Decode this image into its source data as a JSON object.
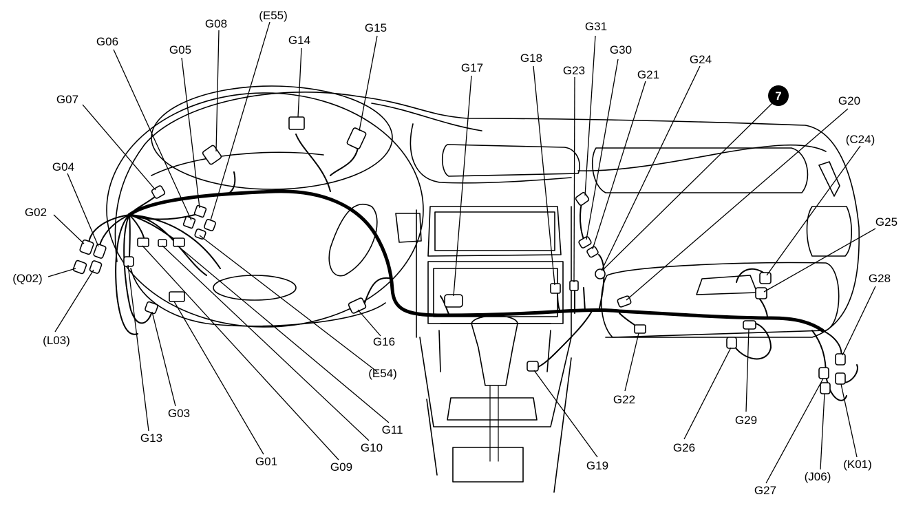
{
  "diagram": {
    "marker": "7",
    "labels": {
      "G01": "G01",
      "G02": "G02",
      "G03": "G03",
      "G04": "G04",
      "G05": "G05",
      "G06": "G06",
      "G07": "G07",
      "G08": "G08",
      "G09": "G09",
      "G10": "G10",
      "G11": "G11",
      "G13": "G13",
      "G14": "G14",
      "G15": "G15",
      "G16": "G16",
      "G17": "G17",
      "G18": "G18",
      "G19": "G19",
      "G20": "G20",
      "G21": "G21",
      "G22": "G22",
      "G23": "G23",
      "G24": "G24",
      "G25": "G25",
      "G26": "G26",
      "G27": "G27",
      "G28": "G28",
      "G29": "G29",
      "G30": "G30",
      "G31": "G31",
      "E54": "(E54)",
      "E55": "(E55)",
      "Q02": "(Q02)",
      "L03": "(L03)",
      "C24": "(C24)",
      "J06": "(J06)",
      "K01": "(K01)"
    }
  }
}
